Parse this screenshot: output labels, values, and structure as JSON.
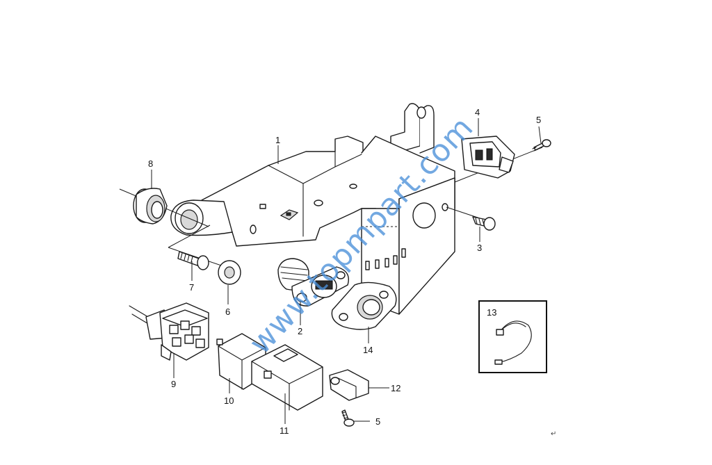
{
  "callouts": {
    "c1": "1",
    "c2": "2",
    "c3": "3",
    "c4": "4",
    "c5a": "5",
    "c5b": "5",
    "c6": "6",
    "c7": "7",
    "c8": "8",
    "c9": "9",
    "c10": "10",
    "c11": "11",
    "c12": "12",
    "c13": "13",
    "c14": "14"
  },
  "watermark": "www.topmpart.com",
  "paragraph_mark": "↵"
}
